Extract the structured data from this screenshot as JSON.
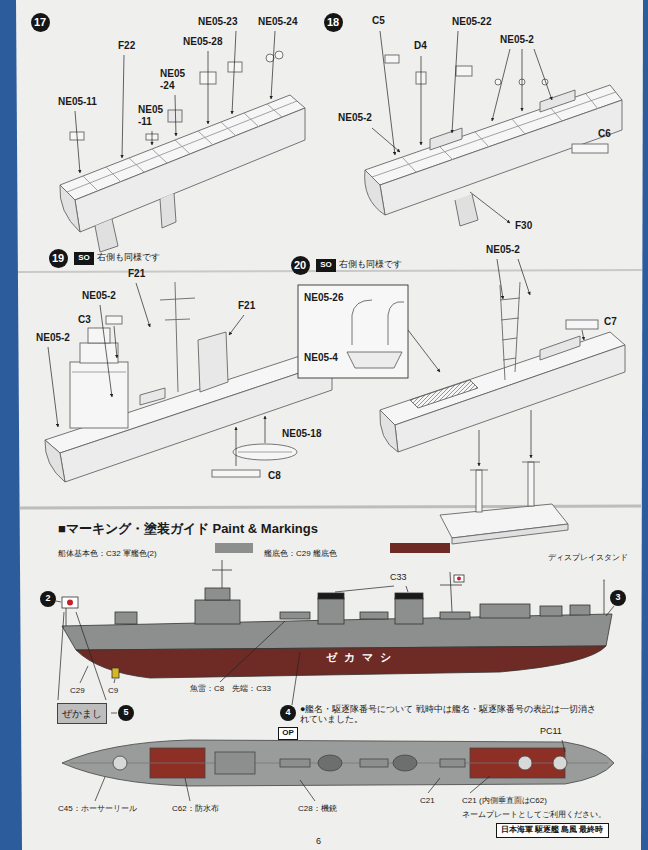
{
  "diagram": {
    "nodes": [
      {
        "text": [
          "17"
        ]
      },
      {
        "text": [
          "18"
        ]
      },
      {
        "text": [
          "19"
        ]
      },
      {
        "text": [
          "SO"
        ]
      },
      {
        "text": [
          "20"
        ]
      },
      {
        "text": [
          "SO"
        ]
      },
      {
        "text": [
          "2"
        ]
      },
      {
        "text": [
          "3"
        ]
      },
      {
        "text": [
          "4"
        ]
      },
      {
        "text": [
          "ぜかまし"
        ]
      },
      {
        "text": [
          "5"
        ]
      },
      {
        "text": [
          "OP"
        ]
      },
      {
        "text": [
          "日本海軍 駆逐艦 島風 最終時"
        ]
      }
    ],
    "labels": [
      "NE05-23",
      "NE05-24",
      "F22",
      "NE05-28",
      "NE05 -24",
      "NE05-11",
      "NE05 -11",
      "C5",
      "NE05-22",
      "D4",
      "NE05-2",
      "NE05-2",
      "C6",
      "F30",
      "右側も同様です",
      "F21",
      "NE05-2",
      "C3",
      "NE05-2",
      "F21",
      "NE05-18",
      "C8",
      "右側も同様です",
      "NE05-2",
      "NE05-26",
      "NE05-4",
      "C7",
      "ディスプレイスタンド",
      "■マーキング・塗装ガイド Paint & Markings",
      "C33",
      "C29",
      "C9",
      "魚雷：C8　先端：C33",
      "ゼカマシ",
      "●艦名・駆逐隊番号について 戦時中は艦名・駆逐隊番号の表記は一切消されていました。",
      "PC11",
      "C45：ホーサーリール",
      "C62：防水布",
      "C28：機銃",
      "C21",
      "C21 (内側垂直面はC62)",
      "ネームプレートとしてご利用ください。",
      "6"
    ],
    "legend": [
      {
        "text": "船体基本色：C32 軍艦色(2)",
        "color": "#8d8f8f"
      },
      {
        "text": "艦底色：C29 艦底色",
        "color": "#6e2b25"
      }
    ]
  }
}
